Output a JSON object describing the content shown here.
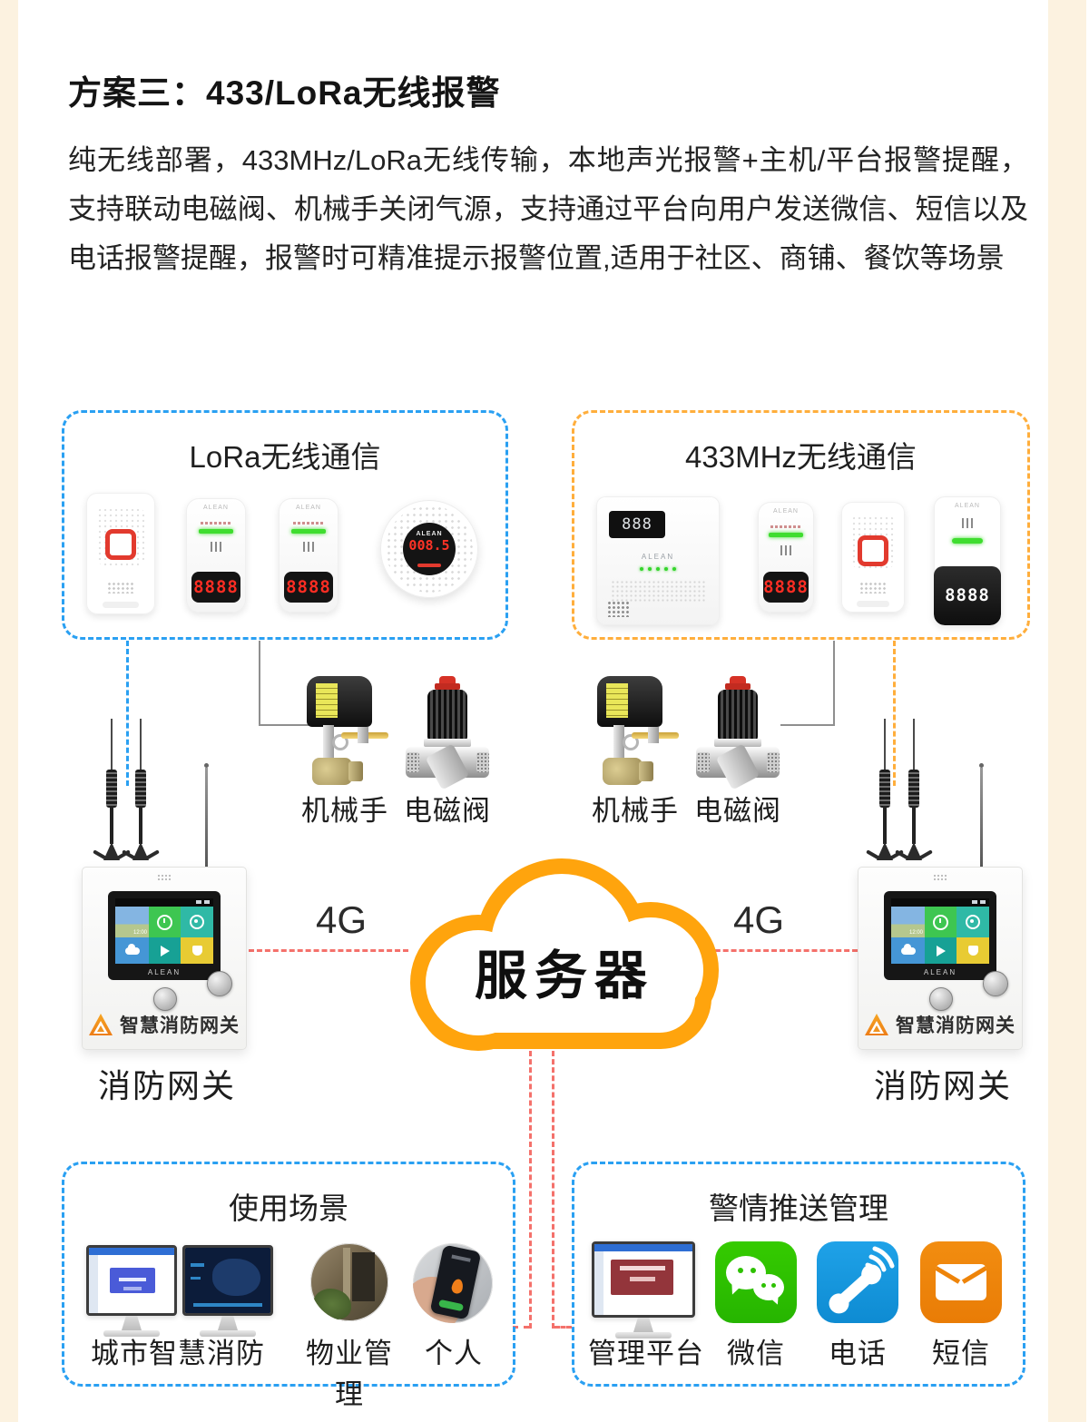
{
  "page": {
    "title": "方案三：433/LoRa无线报警",
    "description": "纯无线部署，433MHz/LoRa无线传输，本地声光报警+主机/平台报警提醒，支持联动电磁阀、机械手关闭气源，支持通过平台向用户发送微信、短信以及电话报警提醒，报警时可精准提示报警位置,适用于社区、商铺、餐饮等场景"
  },
  "lora_box": {
    "title": "LoRa无线通信"
  },
  "mhz_box": {
    "title": "433MHz无线通信"
  },
  "devices": {
    "brand": "ALEAN",
    "led_value": "8888",
    "round_value": "008.5",
    "panel_value": "888"
  },
  "valves": {
    "manipulator": "机械手",
    "solenoid": "电磁阀"
  },
  "gateway": {
    "logo_text": "智慧消防网关",
    "caption": "消防网关",
    "screen_brand": "ALEAN",
    "screen_time": "12:00"
  },
  "network": {
    "g4": "4G",
    "server": "服务器"
  },
  "scenes_box": {
    "title": "使用场景",
    "items": [
      {
        "label": "城市智慧消防"
      },
      {
        "label": "物业管理"
      },
      {
        "label": "个人"
      }
    ]
  },
  "push_box": {
    "title": "警情推送管理",
    "items": [
      {
        "label": "管理平台"
      },
      {
        "label": "微信"
      },
      {
        "label": "电话"
      },
      {
        "label": "短信"
      }
    ]
  },
  "colors": {
    "accent_blue": "#2AA0F2",
    "accent_orange": "#FFAE3C",
    "cloud_orange": "#FFA40D",
    "link_red": "#F4716B",
    "wechat_green": "#2DC100",
    "phone_blue": "#1296DB",
    "sms_orange": "#EE8409",
    "background_cream": "#FCF2E0"
  }
}
